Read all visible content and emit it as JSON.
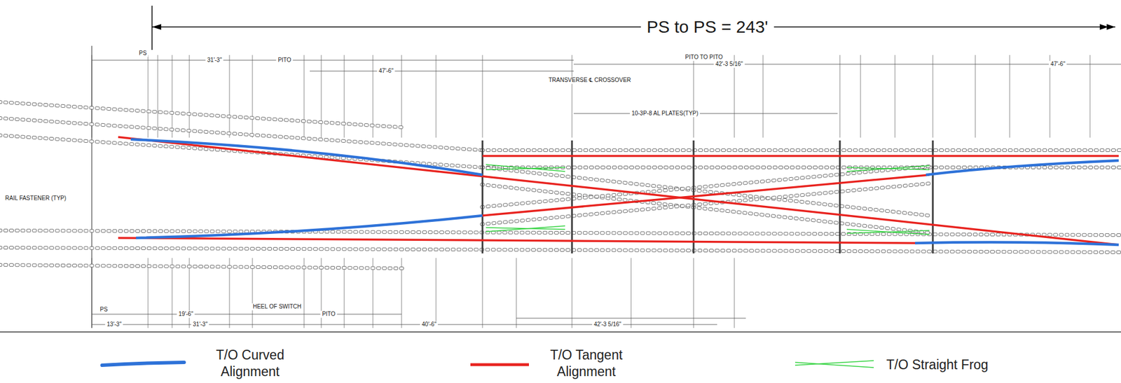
{
  "diagram": {
    "labels": [
      "PS to PS = 243'",
      "PS",
      "31'-3\"",
      "PITO",
      "47'-6\"",
      "TRANSVERSE ℄ CROSSOVER",
      "PITO TO PITO",
      "42'-3 5/16\"",
      "47'-6\"",
      "10-3P-8 AL PLATES(TYP)",
      "RAIL FASTENER (TYP)",
      "PS",
      "19'-6\"",
      "HEEL OF SWITCH",
      "PITO",
      "13'-3\"",
      "31'-3\"",
      "40'-6\"",
      "42'-3 5/16\""
    ],
    "legend": [
      {
        "text": "T/O Curved Alignment"
      },
      {
        "text": "T/O Tangent Alignment"
      },
      {
        "text": "T/O Straight Frog"
      }
    ]
  }
}
